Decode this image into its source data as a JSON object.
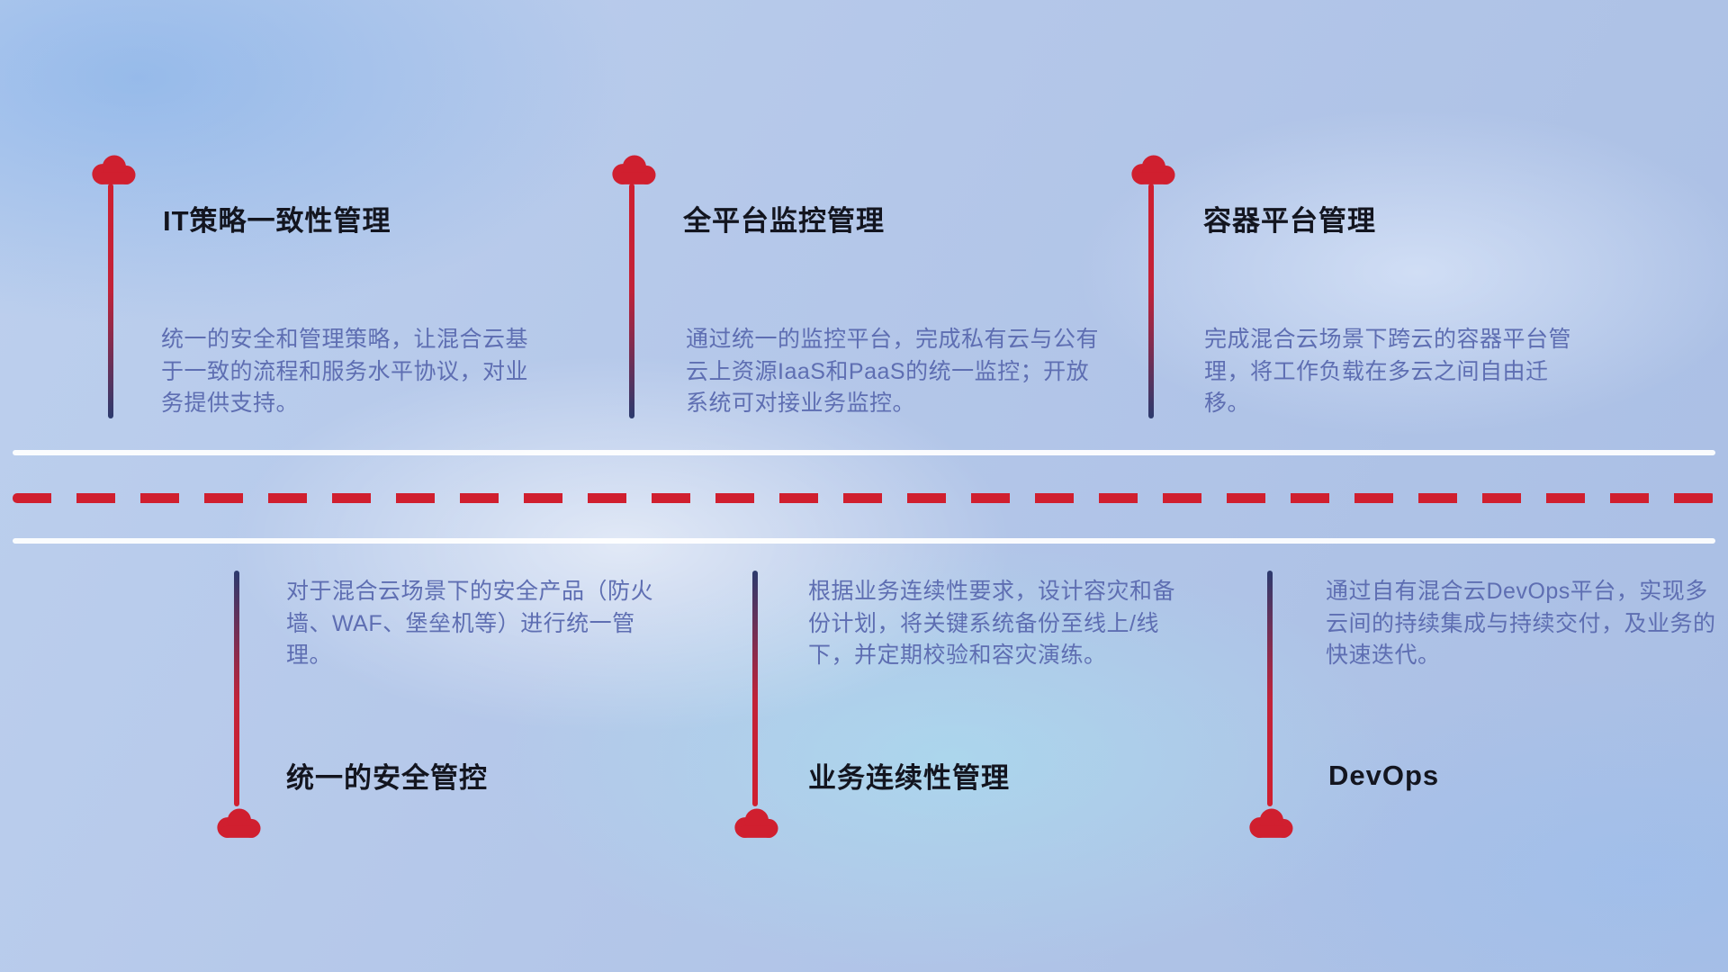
{
  "colors": {
    "accent_red": "#d01f2f",
    "line_navy": "#2b3a6e",
    "body_text_blue": "#5e6eb2",
    "title_text": "#13151f",
    "road_white": "#ffffff"
  },
  "icons": {
    "cloud": "cloud-icon"
  },
  "top_items": [
    {
      "title": "IT策略一致性管理",
      "desc": "统一的安全和管理策略，让混合云基于一致的流程和服务水平协议，对业务提供支持。"
    },
    {
      "title": "全平台监控管理",
      "desc": "通过统一的监控平台，完成私有云与公有云上资源IaaS和PaaS的统一监控；开放系统可对接业务监控。"
    },
    {
      "title": "容器平台管理",
      "desc": "完成混合云场景下跨云的容器平台管理，将工作负载在多云之间自由迁移。"
    }
  ],
  "bottom_items": [
    {
      "title": "统一的安全管控",
      "desc": "对于混合云场景下的安全产品（防火墙、WAF、堡垒机等）进行统一管理。"
    },
    {
      "title": "业务连续性管理",
      "desc": "根据业务连续性要求，设计容灾和备份计划，将关键系统备份至线上/线下，并定期校验和容灾演练。"
    },
    {
      "title": "DevOps",
      "desc": "通过自有混合云DevOps平台，实现多云间的持续集成与持续交付，及业务的快速迭代。"
    }
  ]
}
